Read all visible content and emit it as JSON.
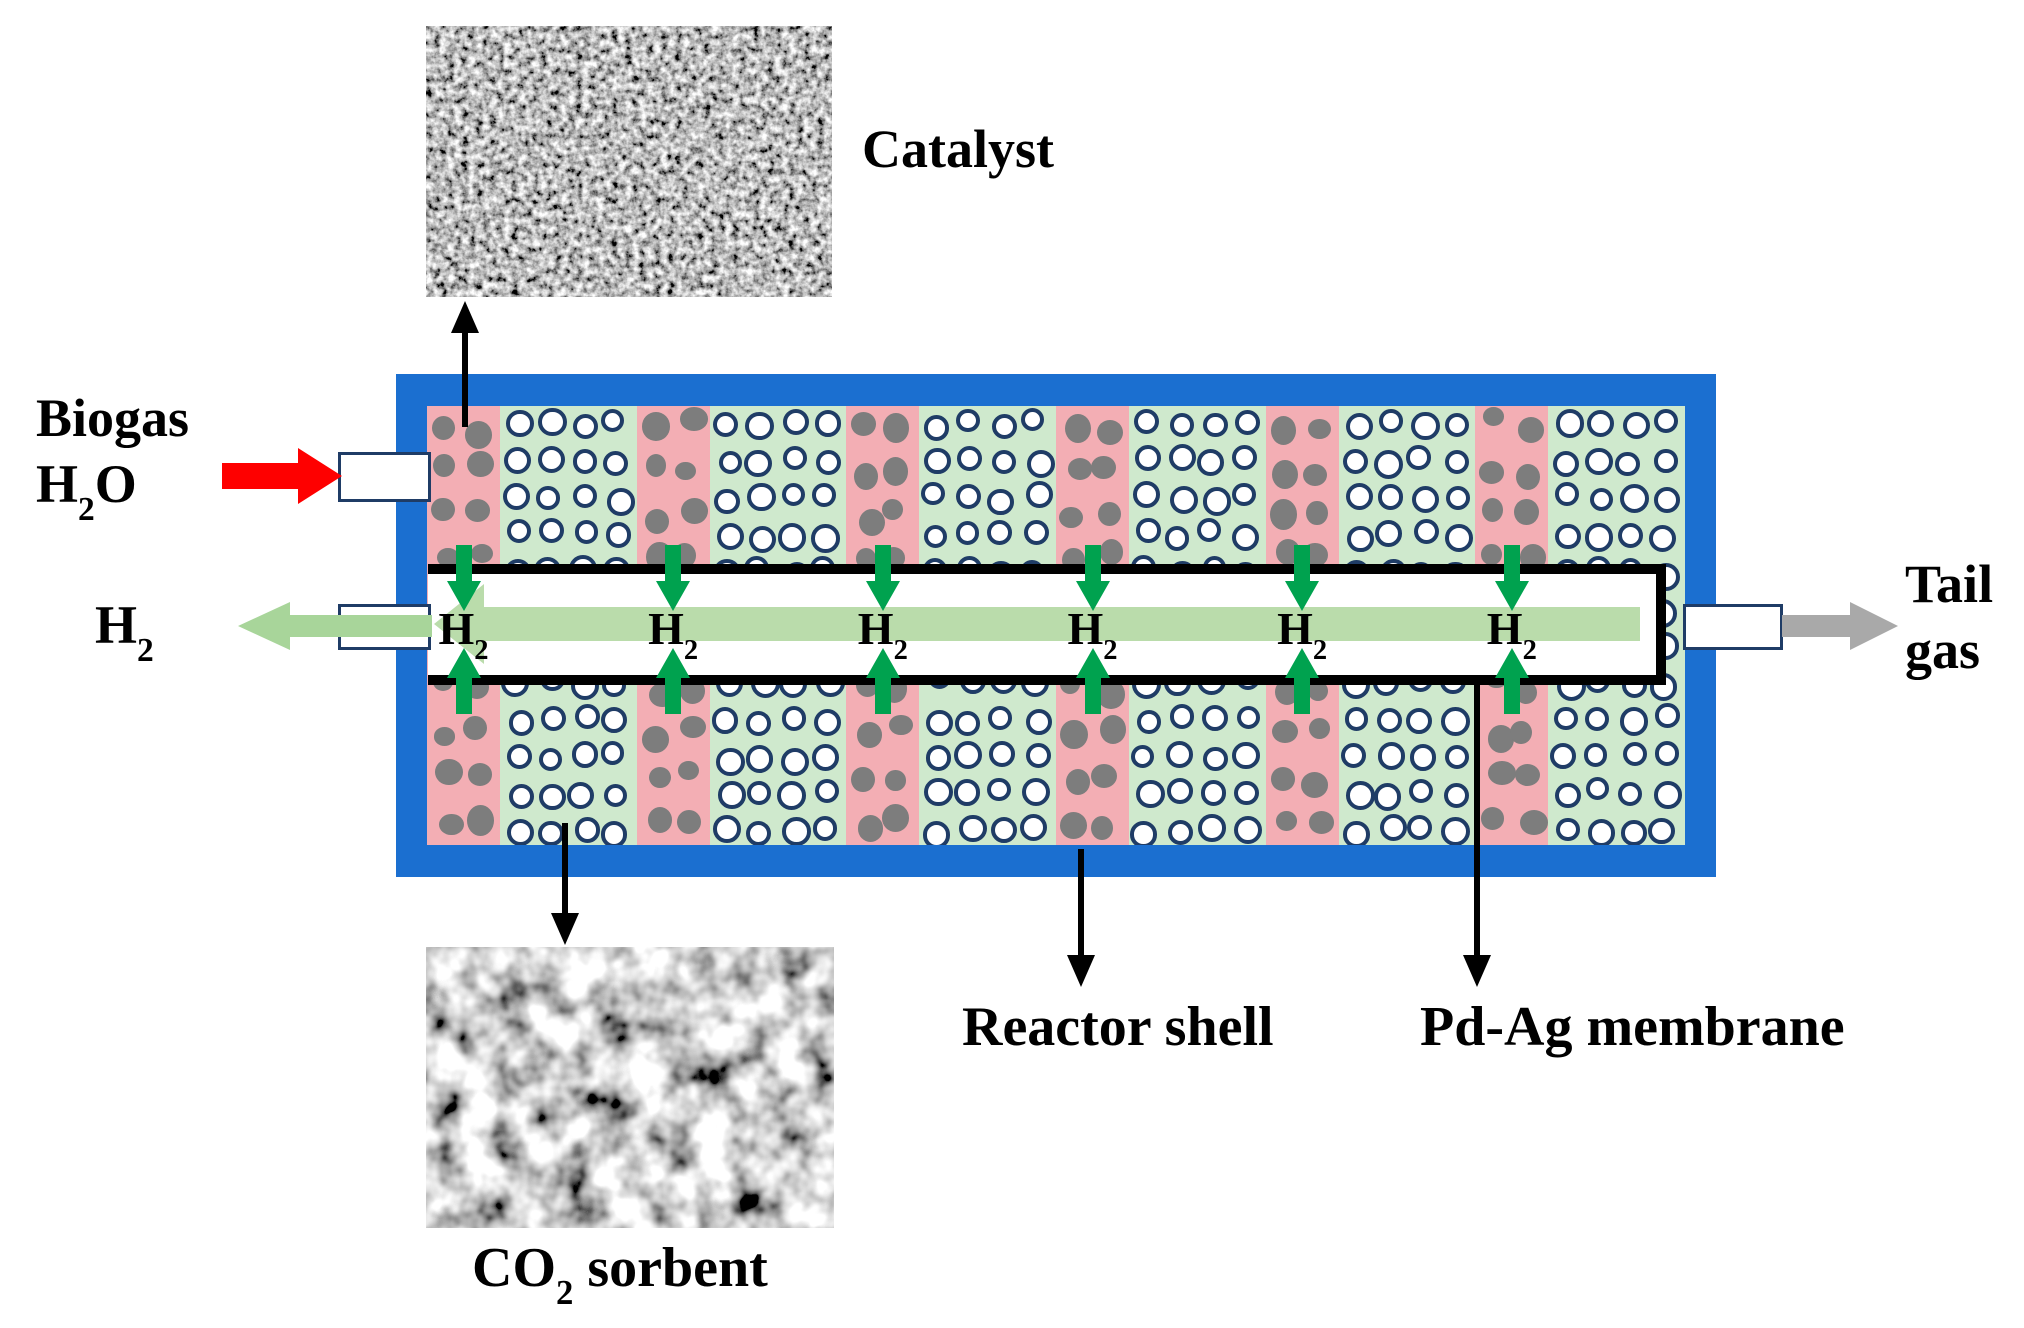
{
  "labels": {
    "catalyst": "Catalyst",
    "co2_sorbent_pre": "CO",
    "co2_sorbent_sub": "2",
    "co2_sorbent_post": " sorbent",
    "biogas": "Biogas",
    "feed_h": "H",
    "feed_h_sub": "2",
    "feed_o": "O",
    "h2_out_h": "H",
    "h2_out_sub": "2",
    "tail_line1": "Tail",
    "tail_line2": "gas",
    "reactor_shell": "Reactor shell",
    "pd_ag_membrane": "Pd-Ag membrane"
  },
  "membrane": {
    "h2_port_count": 6,
    "h2_label_h": "H",
    "h2_label_sub": "2"
  },
  "reactor": {
    "band_pairs": 6,
    "catalyst_band_color": "#f3aeb4",
    "sorbent_band_color": "#cfe9cd",
    "shell_color": "#1b6fd0"
  },
  "colors": {
    "catalyst_dot": "#7d7d7d",
    "circle_border": "#1f3c66",
    "permeate_arrow": "#00a24f",
    "feed_arrow": "#fe0000",
    "h2_arrow_outer": "#a8d59a",
    "h2_arrow_inner": "#badcab",
    "tail_arrow": "#a9a9a9"
  }
}
